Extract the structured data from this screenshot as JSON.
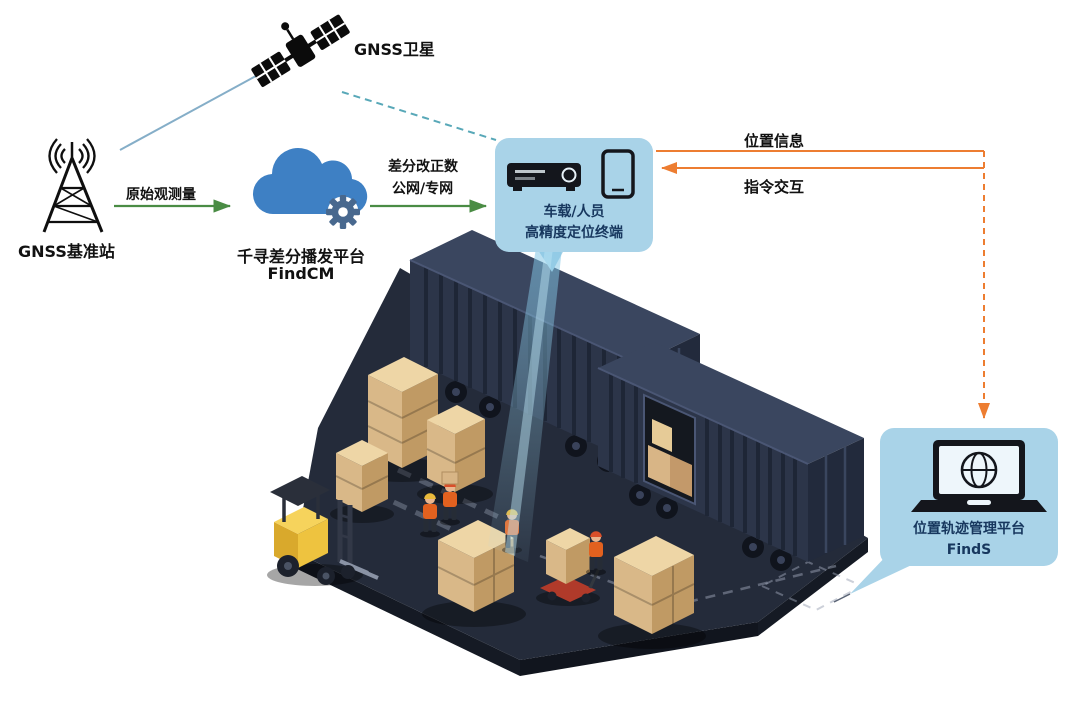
{
  "satellite": {
    "label": "GNSS卫星"
  },
  "base_station": {
    "label": "GNSS基准站"
  },
  "cloud": {
    "line1": "千寻差分播发平台",
    "line2": "FindCM"
  },
  "terminal": {
    "line1": "车载/人员",
    "line2": "高精度定位终端"
  },
  "management": {
    "line1": "位置轨迹管理平台",
    "line2": "FindS"
  },
  "links": {
    "raw_observation": "原始观测量",
    "correction": "差分改正数",
    "network": "公网/专网",
    "position_info": "位置信息",
    "command_interaction": "指令交互"
  },
  "colors": {
    "box_fill": "#a9d3e8",
    "box_text": "#17375e",
    "green_arrow": "#4a8c44",
    "orange_arrow": "#ed7d31",
    "cloud_blue": "#3e80c4",
    "link_teal": "#58a8b8",
    "link_blue": "#85aec8"
  }
}
